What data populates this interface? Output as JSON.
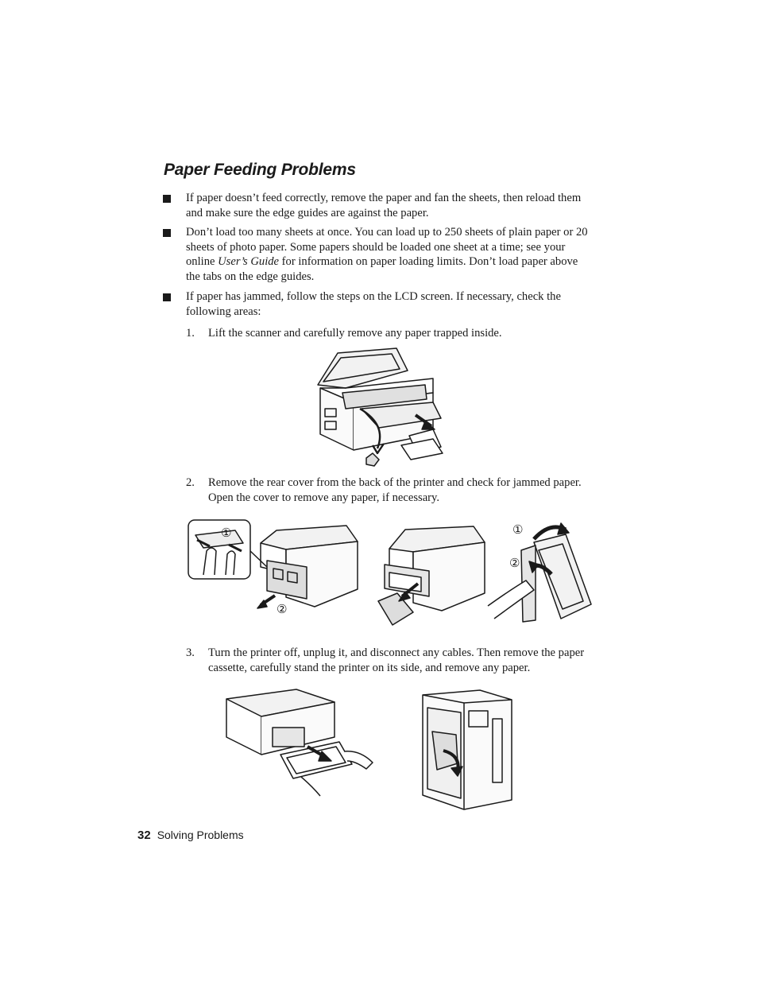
{
  "section": {
    "title": "Paper Feeding Problems"
  },
  "bullets": [
    {
      "text": "If paper doesn’t feed correctly, remove the paper and fan the sheets, then reload them and make sure the edge guides are against the paper."
    },
    {
      "text_before": "Don’t load too many sheets at once. You can load up to 250 sheets of plain paper or 20 sheets of photo paper. Some papers should be loaded one sheet at a time; see your online ",
      "emph": "User’s Guide",
      "text_after": " for information on paper loading limits. Don’t load paper above the tabs on the edge guides."
    },
    {
      "text": "If paper has jammed, follow the steps on the LCD screen. If necessary, check the following areas:"
    }
  ],
  "steps": [
    {
      "number": "1.",
      "text": "Lift the scanner and carefully remove any paper trapped inside."
    },
    {
      "number": "2.",
      "text": "Remove the rear cover from the back of the printer and check for jammed paper. Open the cover to remove any paper, if necessary."
    },
    {
      "number": "3.",
      "text": "Turn the printer off, unplug it, and disconnect any cables. Then remove the paper cassette, carefully stand the printer on its side, and remove any paper."
    }
  ],
  "figure_callouts": {
    "one": "①",
    "two": "②"
  },
  "footer": {
    "page_number": "32",
    "section_name": "Solving Problems"
  }
}
